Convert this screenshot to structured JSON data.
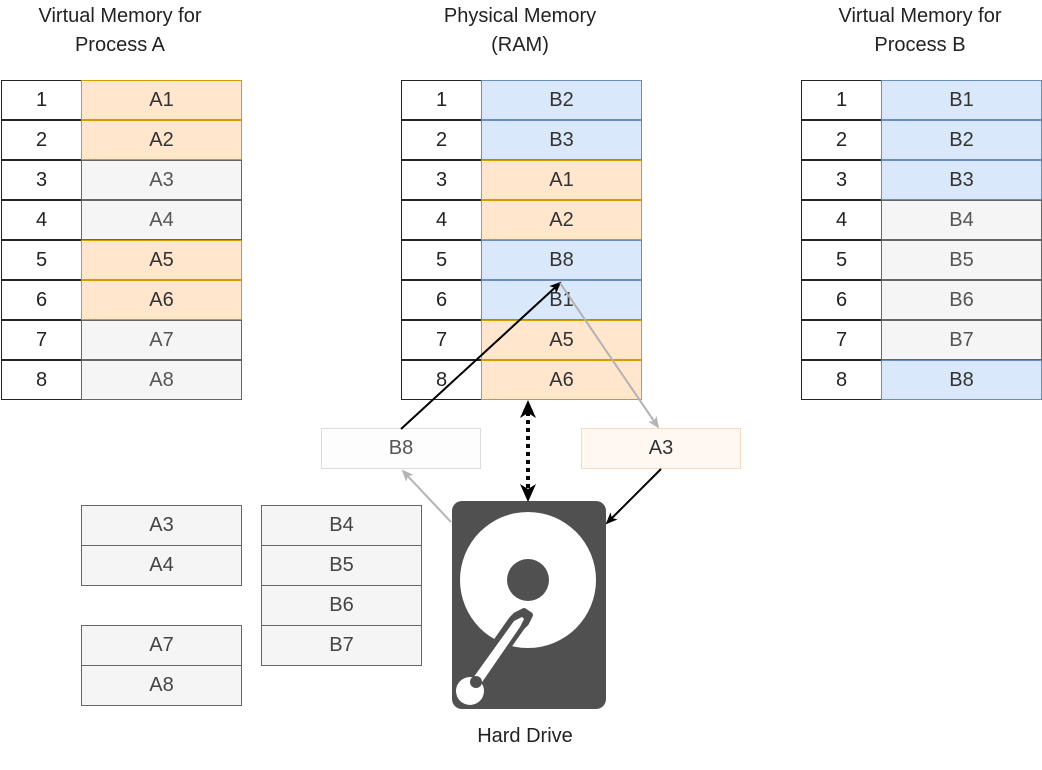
{
  "process_a": {
    "title": "Virtual Memory for\nProcess A",
    "rows": [
      {
        "num": "1",
        "label": "A1",
        "color": "orange"
      },
      {
        "num": "2",
        "label": "A2",
        "color": "orange"
      },
      {
        "num": "3",
        "label": "A3",
        "color": "gray"
      },
      {
        "num": "4",
        "label": "A4",
        "color": "gray"
      },
      {
        "num": "5",
        "label": "A5",
        "color": "orange"
      },
      {
        "num": "6",
        "label": "A6",
        "color": "orange"
      },
      {
        "num": "7",
        "label": "A7",
        "color": "gray"
      },
      {
        "num": "8",
        "label": "A8",
        "color": "gray"
      }
    ]
  },
  "physical": {
    "title": "Physical Memory\n(RAM)",
    "rows": [
      {
        "num": "1",
        "label": "B2",
        "color": "blue"
      },
      {
        "num": "2",
        "label": "B3",
        "color": "blue"
      },
      {
        "num": "3",
        "label": "A1",
        "color": "orange"
      },
      {
        "num": "4",
        "label": "A2",
        "color": "orange"
      },
      {
        "num": "5",
        "label": "B8",
        "color": "blue"
      },
      {
        "num": "6",
        "label": "B1",
        "color": "blue"
      },
      {
        "num": "7",
        "label": "A5",
        "color": "orange"
      },
      {
        "num": "8",
        "label": "A6",
        "color": "orange"
      }
    ]
  },
  "process_b": {
    "title": "Virtual Memory for\nProcess B",
    "rows": [
      {
        "num": "1",
        "label": "B1",
        "color": "blue"
      },
      {
        "num": "2",
        "label": "B2",
        "color": "blue"
      },
      {
        "num": "3",
        "label": "B3",
        "color": "blue"
      },
      {
        "num": "4",
        "label": "B4",
        "color": "gray"
      },
      {
        "num": "5",
        "label": "B5",
        "color": "gray"
      },
      {
        "num": "6",
        "label": "B6",
        "color": "gray"
      },
      {
        "num": "7",
        "label": "B7",
        "color": "gray"
      },
      {
        "num": "8",
        "label": "B8",
        "color": "blue"
      }
    ]
  },
  "swap": {
    "in_page": "B8",
    "out_page": "A3"
  },
  "disk_pages": {
    "a_group1": [
      "A3",
      "A4"
    ],
    "a_group2": [
      "A7",
      "A8"
    ],
    "b_group": [
      "B4",
      "B5",
      "B6",
      "B7"
    ]
  },
  "hard_drive": {
    "label": "Hard Drive",
    "icon": "hard-drive-icon"
  },
  "colors": {
    "orange_fill": "#ffe6cc",
    "orange_border": "#d79b00",
    "blue_fill": "#dae8fc",
    "blue_border": "#6c8ebf",
    "gray_fill": "#f5f5f5",
    "gray_border": "#666666",
    "drive": "#505050"
  }
}
